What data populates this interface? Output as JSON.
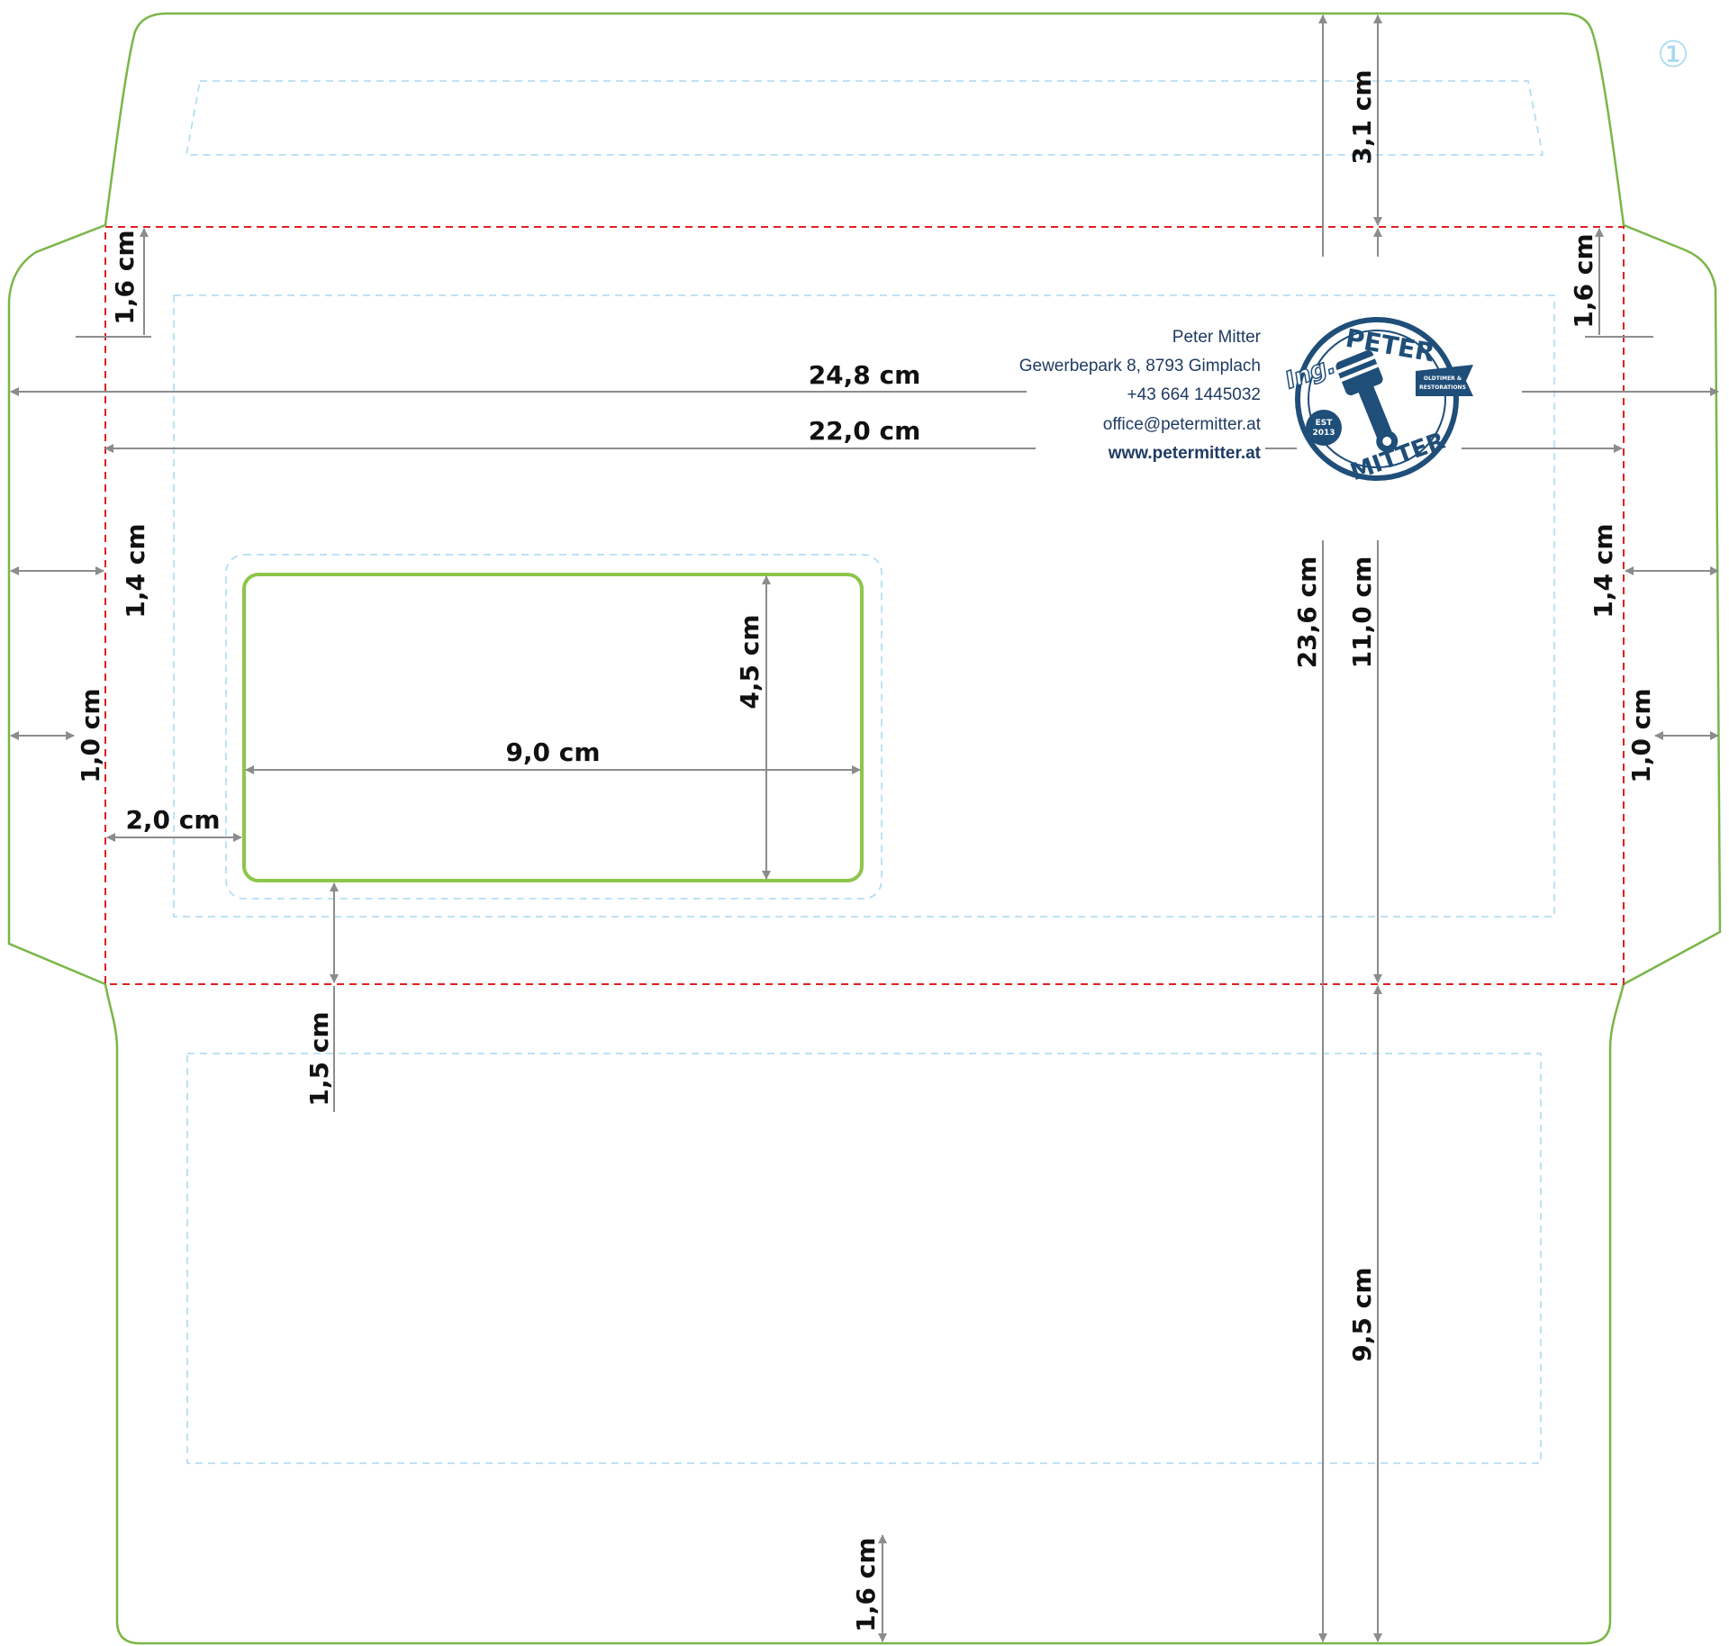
{
  "colors": {
    "cut_line": "#7ab648",
    "fold_line": "#e02020",
    "safe_area": "#a8d8f0",
    "dimension": "#8c8c8c",
    "text": "#111111",
    "brand": "#1f4e79"
  },
  "page_number": "①",
  "dimensions": {
    "total_width": "24,8 cm",
    "inner_width": "22,0 cm",
    "top_flap": "3,1 cm",
    "top_side_left": "1,6 cm",
    "top_side_right": "1,6 cm",
    "side_flap_left": "1,4 cm",
    "side_flap_right": "1,4 cm",
    "side_bottom_left": "1,0 cm",
    "side_bottom_right": "1,0 cm",
    "window_left_margin": "2,0 cm",
    "window_width": "9,0 cm",
    "window_height": "4,5 cm",
    "window_bottom_margin": "1,5 cm",
    "total_height": "23,6 cm",
    "front_height": "11,0 cm",
    "bottom_flap": "9,5 cm",
    "bottom_margin": "1,6 cm"
  },
  "sender": {
    "name": "Peter Mitter",
    "address": "Gewerbepark 8, 8793 Gimplach",
    "phone": "+43 664 1445032",
    "email": "office@petermitter.at",
    "web": "www.petermitter.at"
  },
  "logo": {
    "prefix": "Ing.",
    "top_word": "PETER",
    "bottom_word": "MITTER",
    "est_label": "EST",
    "est_year": "2013",
    "ribbon_line1": "OLDTIMER &",
    "ribbon_line2": "RESTORATIONS"
  }
}
